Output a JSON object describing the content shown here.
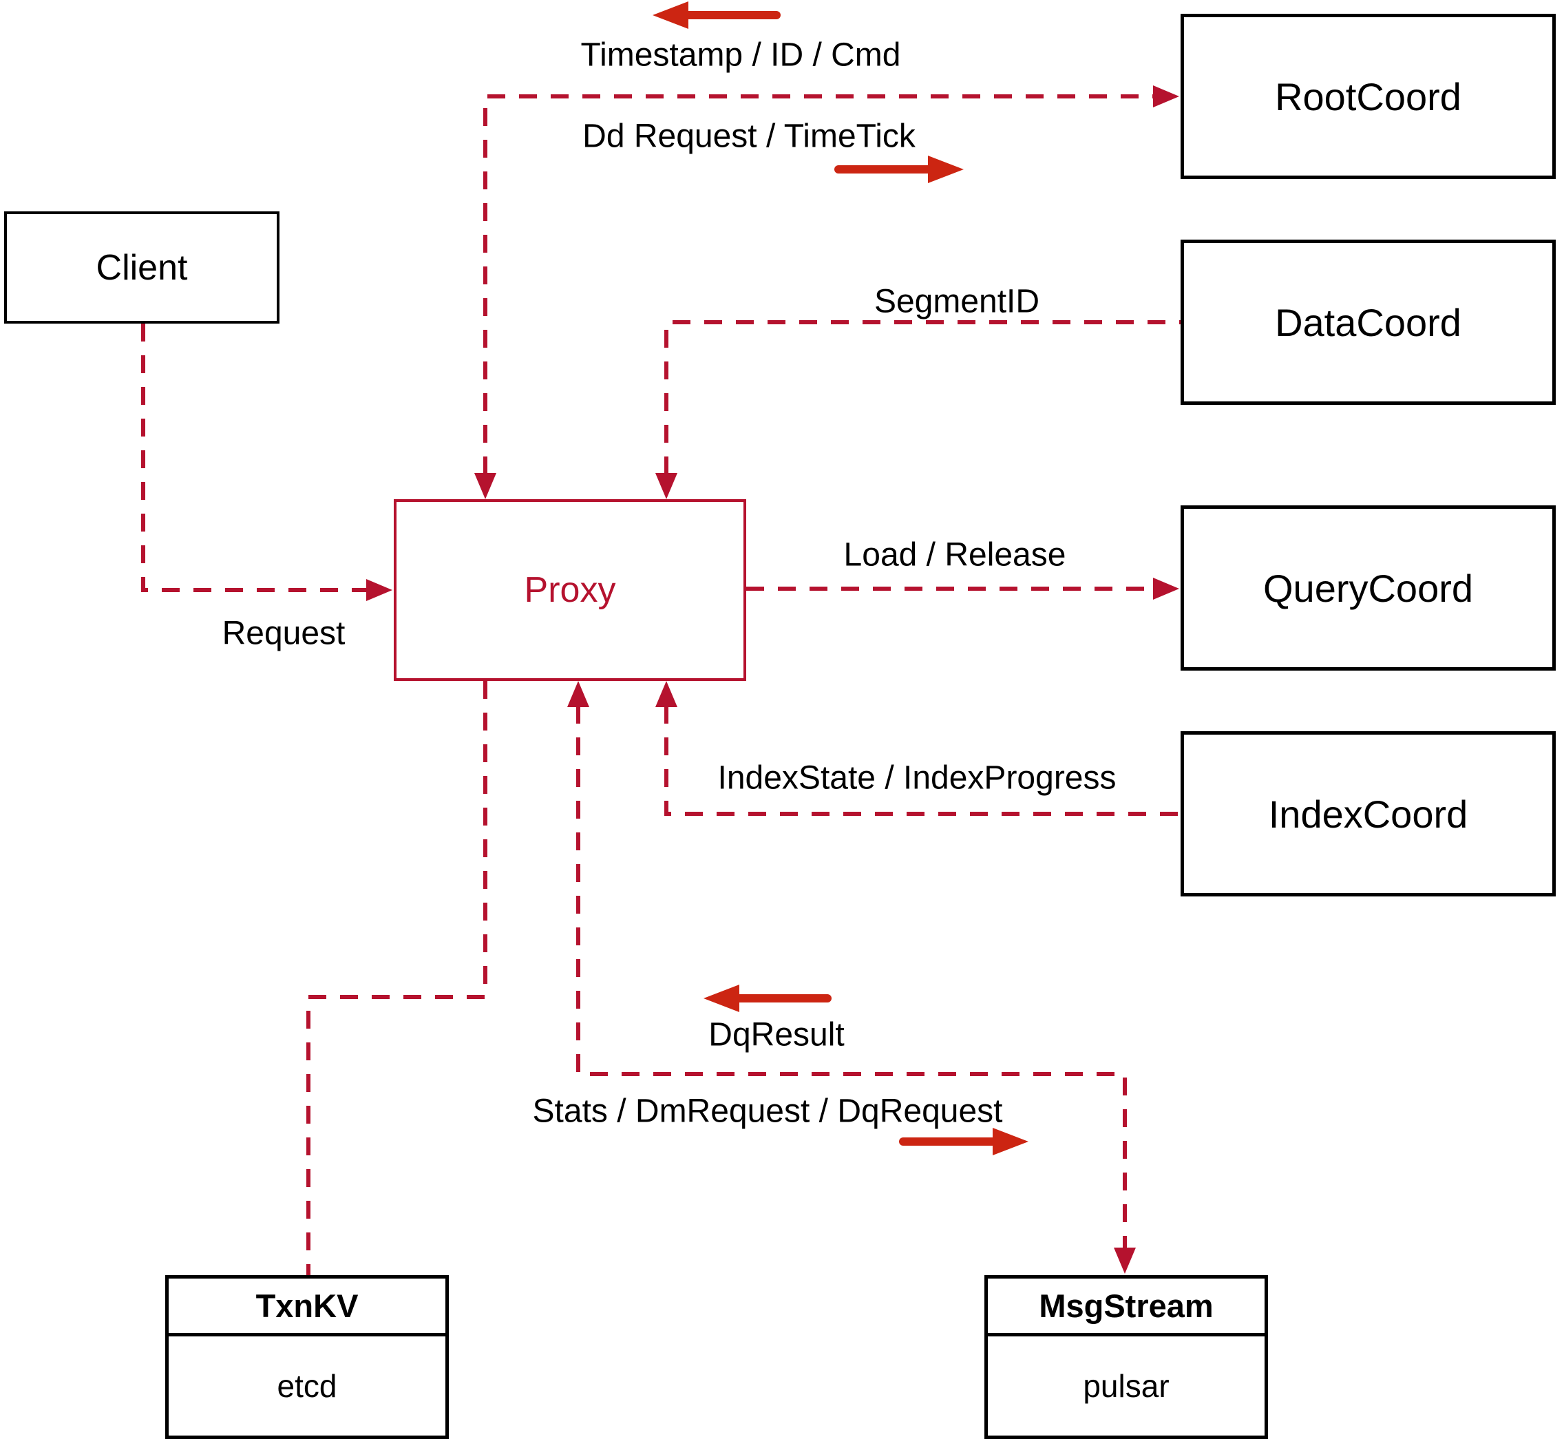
{
  "diagram": {
    "type": "architecture-diagram",
    "colors": {
      "dashed_line_red": "#b5122e",
      "solid_arrow_red": "#cc2512",
      "box_border_black": "#000000",
      "background": "#ffffff"
    },
    "nodes": {
      "client": {
        "label": "Client"
      },
      "proxy": {
        "label": "Proxy"
      },
      "rootcoord": {
        "label": "RootCoord"
      },
      "datacoord": {
        "label": "DataCoord"
      },
      "querycoord": {
        "label": "QueryCoord"
      },
      "indexcoord": {
        "label": "IndexCoord"
      },
      "txnkv": {
        "title": "TxnKV",
        "subtitle": "etcd"
      },
      "msgstream": {
        "title": "MsgStream",
        "subtitle": "pulsar"
      }
    },
    "edge_labels": {
      "timestamp": "Timestamp / ID / Cmd",
      "dd_request": "Dd Request / TimeTick",
      "segment_id": "SegmentID",
      "load_release": "Load / Release",
      "index_state": "IndexState / IndexProgress",
      "request": "Request",
      "dq_result": "DqResult",
      "stats": "Stats / DmRequest / DqRequest"
    },
    "edges": [
      {
        "from": "proxy",
        "to": "rootcoord",
        "style": "dashed",
        "bidirectional": true,
        "labels": [
          "Timestamp / ID / Cmd",
          "Dd Request / TimeTick"
        ]
      },
      {
        "from": "datacoord",
        "to": "proxy",
        "style": "dashed",
        "bidirectional": false,
        "labels": [
          "SegmentID"
        ]
      },
      {
        "from": "proxy",
        "to": "querycoord",
        "style": "dashed",
        "bidirectional": false,
        "labels": [
          "Load / Release"
        ]
      },
      {
        "from": "indexcoord",
        "to": "proxy",
        "style": "dashed",
        "bidirectional": false,
        "labels": [
          "IndexState / IndexProgress"
        ]
      },
      {
        "from": "client",
        "to": "proxy",
        "style": "dashed",
        "bidirectional": false,
        "labels": [
          "Request"
        ]
      },
      {
        "from": "proxy",
        "to": "txnkv",
        "style": "dashed",
        "bidirectional": false,
        "labels": []
      },
      {
        "from": "proxy",
        "to": "msgstream",
        "style": "dashed",
        "bidirectional": true,
        "labels": [
          "DqResult",
          "Stats / DmRequest / DqRequest"
        ]
      }
    ]
  }
}
